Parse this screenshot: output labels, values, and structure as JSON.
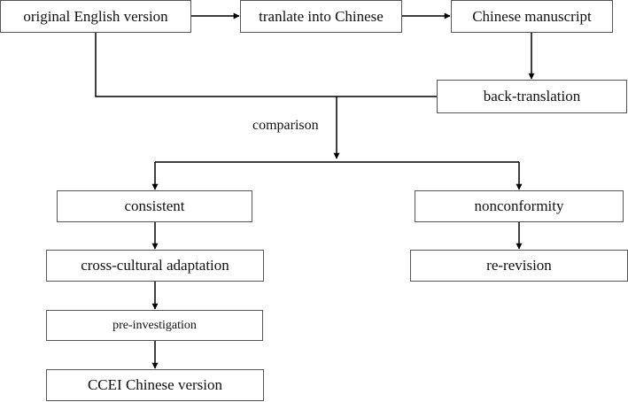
{
  "nodes": {
    "original_english": "original English version",
    "translate_chinese": "tranlate into Chinese",
    "chinese_manuscript": "Chinese manuscript",
    "back_translation": "back-translation",
    "consistent": "consistent",
    "nonconformity": "nonconformity",
    "cross_cultural": "cross-cultural adaptation",
    "re_revision": "re-revision",
    "pre_investigation": "pre-investigation",
    "ccei_chinese": "CCEI Chinese version"
  },
  "labels": {
    "comparison": "comparison"
  },
  "colors": {
    "line": "#000000",
    "border": "#555555"
  }
}
